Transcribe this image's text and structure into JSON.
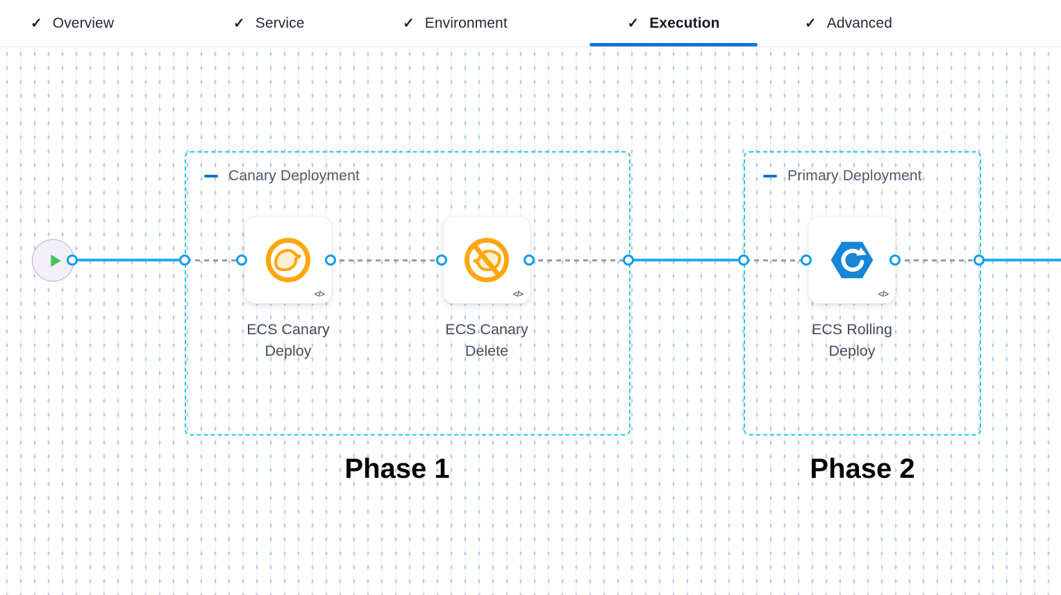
{
  "tab_bar": {
    "check_glyph": "✓",
    "active_tab": "Execution",
    "tabs": [
      {
        "label": "Overview"
      },
      {
        "label": "Service"
      },
      {
        "label": "Environment"
      },
      {
        "label": "Execution"
      },
      {
        "label": "Advanced"
      }
    ]
  },
  "canvas": {
    "start_node": {
      "icon": "play"
    },
    "stages": [
      {
        "title": "Canary Deployment",
        "phase_label": "Phase 1",
        "steps": [
          {
            "name": "ECS Canary Deploy",
            "label_line1": "ECS Canary",
            "label_line2": "Deploy",
            "icon": "canary",
            "code_badge": "</>"
          },
          {
            "name": "ECS Canary Delete",
            "label_line1": "ECS Canary",
            "label_line2": "Delete",
            "icon": "canary-delete",
            "code_badge": "</>"
          }
        ]
      },
      {
        "title": "Primary Deployment",
        "phase_label": "Phase 2",
        "steps": [
          {
            "name": "ECS Rolling Deploy",
            "label_line1": "ECS Rolling",
            "label_line2": "Deploy",
            "icon": "ecs-rolling",
            "code_badge": "</>"
          }
        ]
      }
    ]
  },
  "colors": {
    "accent_blue": "#0278d5",
    "connector_blue": "#25abec",
    "port_blue": "#109be8",
    "group_border_cyan": "#29c5f2",
    "canary_orange": "#ffa60c",
    "ecs_blue": "#1785d8",
    "play_green": "#42c65a"
  }
}
